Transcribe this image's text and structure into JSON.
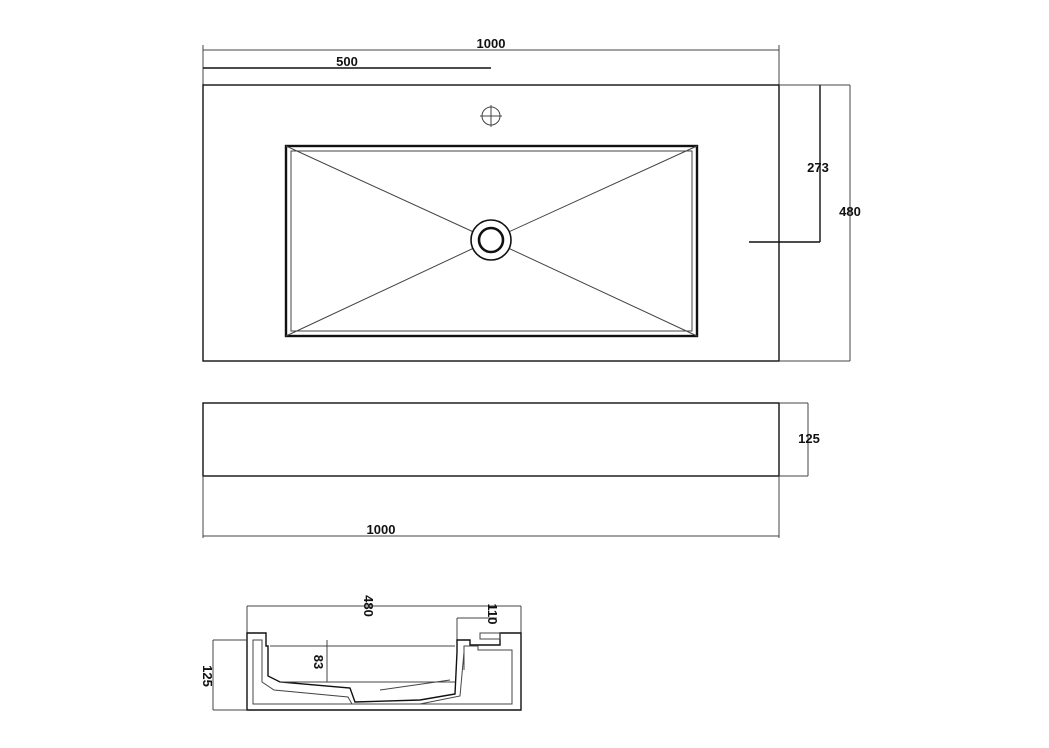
{
  "top_view": {
    "overall_width": "1000",
    "half_width": "500",
    "tap_hole_offset": "273",
    "depth": "480"
  },
  "front_view": {
    "height": "125",
    "width": "1000"
  },
  "side_section": {
    "depth": "480",
    "overflow_offset": "110",
    "bowl_depth": "83",
    "height": "125"
  }
}
